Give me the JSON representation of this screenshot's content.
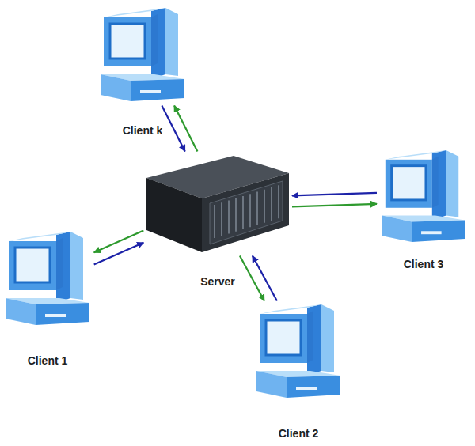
{
  "diagram": {
    "nodes": [
      {
        "text": [
          "Client k"
        ]
      },
      {
        "text": [
          "Server"
        ]
      },
      {
        "text": [
          "Client 3"
        ]
      },
      {
        "text": [
          "Client 1"
        ]
      },
      {
        "text": [
          "Client 2"
        ]
      }
    ],
    "edges": [
      {
        "from": 0,
        "to": 1,
        "arrow": "to"
      },
      {
        "from": 1,
        "to": 0,
        "arrow": "to"
      },
      {
        "from": 2,
        "to": 1,
        "arrow": "to"
      },
      {
        "from": 1,
        "to": 2,
        "arrow": "to"
      },
      {
        "from": 3,
        "to": 1,
        "arrow": "to"
      },
      {
        "from": 1,
        "to": 3,
        "arrow": "to"
      },
      {
        "from": 4,
        "to": 1,
        "arrow": "to"
      },
      {
        "from": 1,
        "to": 4,
        "arrow": "to"
      }
    ]
  }
}
